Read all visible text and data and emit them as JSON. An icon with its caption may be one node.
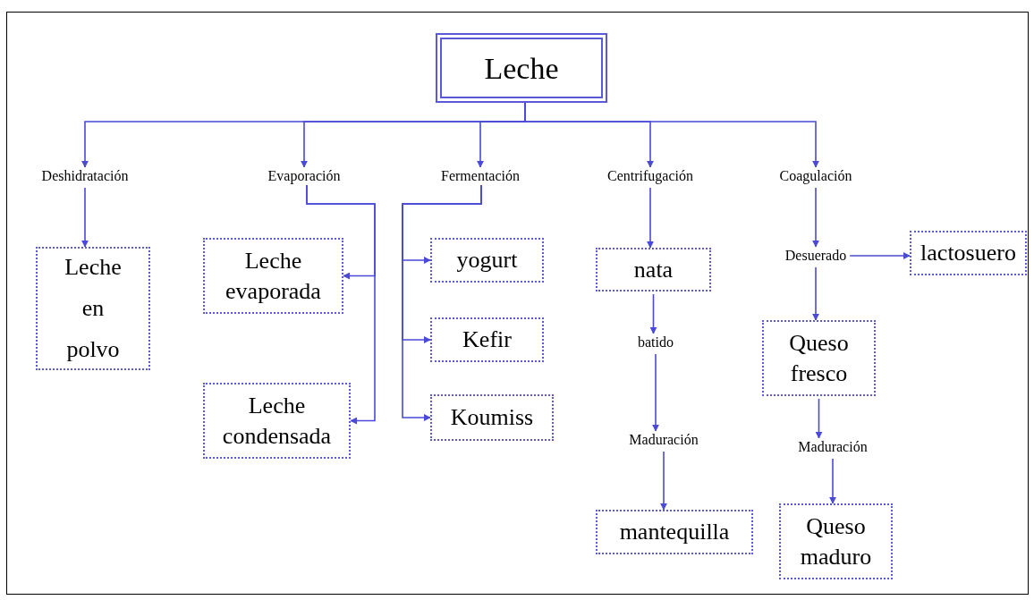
{
  "diagram": {
    "nodes": [
      {
        "text": [
          "Leche"
        ]
      },
      {
        "text": [
          "Deshidratación"
        ]
      },
      {
        "text": [
          "Evaporación"
        ]
      },
      {
        "text": [
          "Fermentación"
        ]
      },
      {
        "text": [
          "Centrifugación"
        ]
      },
      {
        "text": [
          "Coagulación"
        ]
      },
      {
        "text": [
          "Leche en polvo"
        ]
      },
      {
        "text": [
          "Leche evaporada"
        ]
      },
      {
        "text": [
          "Leche condensada"
        ]
      },
      {
        "text": [
          "yogurt"
        ]
      },
      {
        "text": [
          "Kefir"
        ]
      },
      {
        "text": [
          "Koumiss"
        ]
      },
      {
        "text": [
          "nata"
        ]
      },
      {
        "text": [
          "batido"
        ]
      },
      {
        "text": [
          "Maduración"
        ]
      },
      {
        "text": [
          "mantequilla"
        ]
      },
      {
        "text": [
          "Desuerado"
        ]
      },
      {
        "text": [
          "lactosuero"
        ]
      },
      {
        "text": [
          "Queso fresco"
        ]
      },
      {
        "text": [
          "Maduración"
        ]
      },
      {
        "text": [
          "Queso maduro"
        ]
      }
    ],
    "edges": [
      {
        "from": 0,
        "to": 1,
        "arrow": "to"
      },
      {
        "from": 0,
        "to": 2,
        "arrow": "to"
      },
      {
        "from": 0,
        "to": 3,
        "arrow": "to"
      },
      {
        "from": 0,
        "to": 4,
        "arrow": "to"
      },
      {
        "from": 0,
        "to": 5,
        "arrow": "to"
      },
      {
        "from": 1,
        "to": 6,
        "arrow": "to"
      },
      {
        "from": 2,
        "to": 7,
        "arrow": "to"
      },
      {
        "from": 2,
        "to": 8,
        "arrow": "to"
      },
      {
        "from": 3,
        "to": 9,
        "arrow": "to"
      },
      {
        "from": 3,
        "to": 10,
        "arrow": "to"
      },
      {
        "from": 3,
        "to": 11,
        "arrow": "to"
      },
      {
        "from": 4,
        "to": 12,
        "arrow": "to"
      },
      {
        "from": 12,
        "to": 13,
        "arrow": "to"
      },
      {
        "from": 13,
        "to": 14,
        "arrow": "to"
      },
      {
        "from": 14,
        "to": 15,
        "arrow": "to"
      },
      {
        "from": 5,
        "to": 16,
        "arrow": "to"
      },
      {
        "from": 16,
        "to": 17,
        "arrow": "to"
      },
      {
        "from": 16,
        "to": 18,
        "arrow": "to"
      },
      {
        "from": 18,
        "to": 19,
        "arrow": "to"
      },
      {
        "from": 19,
        "to": 20,
        "arrow": "to"
      }
    ]
  }
}
